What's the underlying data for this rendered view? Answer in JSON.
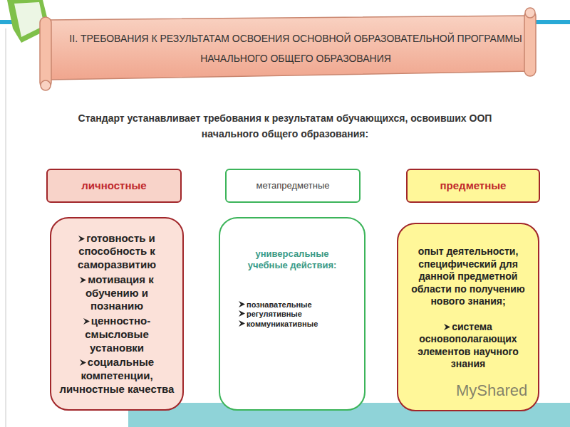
{
  "diagram": {
    "title": "II. ТРЕБОВАНИЯ К РЕЗУЛЬТАТАМ ОСВОЕНИЯ ОСНОВНОЙ ОБРАЗОВАТЕЛЬНОЙ ПРОГРАММЫ НАЧАЛЬНОГО ОБЩЕГО ОБРАЗОВАНИЯ",
    "nodes": [
      {
        "text": [
          "личностные"
        ]
      },
      {
        "text": [
          "метапредметные"
        ]
      },
      {
        "text": [
          "предметные"
        ]
      },
      {
        "text": [
          "готовность и способность к саморазвитию",
          "мотивация к обучению и познанию",
          "ценностно-смысловые установки",
          "социальные компетенции, личностные качества"
        ]
      },
      {
        "text": [
          "универсальные учебные действия:",
          "познавательные",
          "регулятивные",
          "коммуникативные"
        ]
      },
      {
        "text": [
          "опыт деятельности, специфический для данной предметной области по получению нового знания;",
          "система основополагающих элементов научного знания"
        ]
      }
    ],
    "labels": [
      "Стандарт устанавливает требования к результатам обучающихся, освоивших ООП начального общего образования:",
      "MyShared"
    ]
  }
}
